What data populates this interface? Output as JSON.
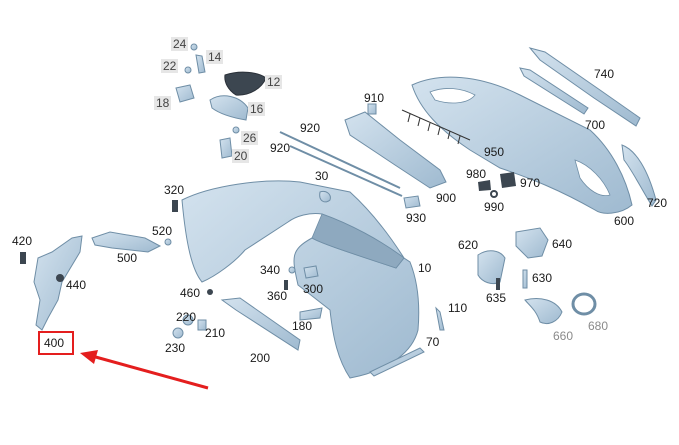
{
  "labels": {
    "l24": "24",
    "l14": "14",
    "l22": "22",
    "l12": "12",
    "l18": "18",
    "l16": "16",
    "l26": "26",
    "l20": "20",
    "l910": "910",
    "l740": "740",
    "l700": "700",
    "l920a": "920",
    "l920b": "920",
    "l950": "950",
    "l30": "30",
    "l320": "320",
    "l980": "980",
    "l970": "970",
    "l990": "990",
    "l900": "900",
    "l930": "930",
    "l600": "600",
    "l720": "720",
    "l420": "420",
    "l520": "520",
    "l500": "500",
    "l620": "620",
    "l640": "640",
    "l10": "10",
    "l340": "340",
    "l440": "440",
    "l460": "460",
    "l360": "360",
    "l300": "300",
    "l630": "630",
    "l635": "635",
    "l110": "110",
    "l220": "220",
    "l210": "210",
    "l180": "180",
    "l660": "660",
    "l680": "680",
    "l230": "230",
    "l400": "400",
    "l70": "70",
    "l200": "200"
  },
  "colors": {
    "part_fill": "#bcd2e2",
    "part_stroke": "#6f8ea6",
    "dark_part": "#3c4650",
    "highlight": "#e41e1e",
    "label_bg_gray": "#e6e6e6"
  }
}
